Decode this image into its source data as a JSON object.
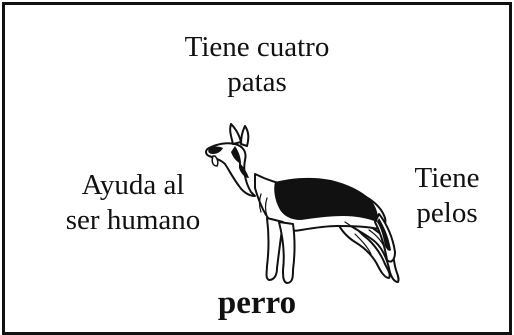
{
  "diagram": {
    "center_word": "perro",
    "features": {
      "top": [
        "Tiene cuatro",
        "patas"
      ],
      "left": [
        "Ayuda al",
        "ser humano"
      ],
      "right": [
        "Tiene",
        "pelos"
      ]
    },
    "image": {
      "icon": "german-shepherd-dog-icon"
    },
    "colors": {
      "ink": "#111111",
      "background": "#ffffff"
    }
  }
}
